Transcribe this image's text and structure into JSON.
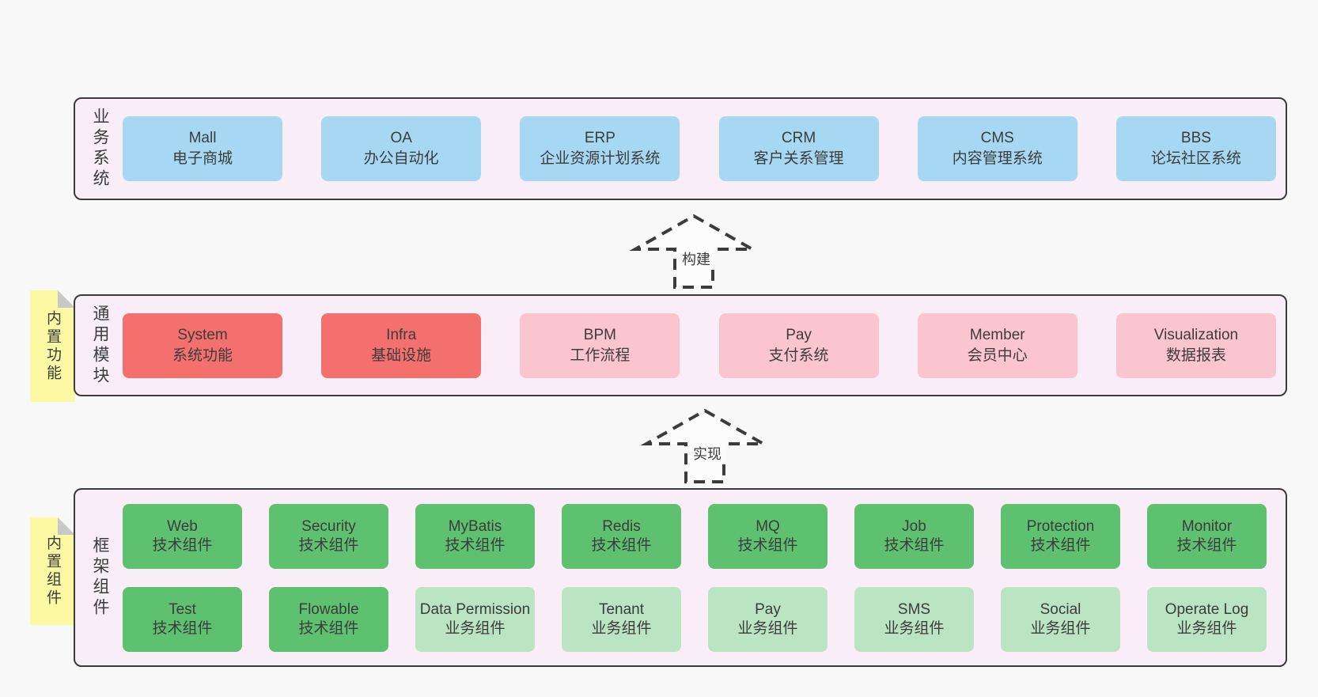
{
  "colors": {
    "container-fill": "#f9eef7",
    "container-border": "#3b3b3b",
    "blue": "#a7d8f3",
    "red": "#f3706e",
    "pink": "#fac5cf",
    "green": "#5ec170",
    "light-green": "#bae4c2",
    "sticky-yellow": "#fcf9a4",
    "fold-gray": "#c8c8c8",
    "text": "#3c3c3c",
    "page-bg": "#f8f8f8"
  },
  "arrows": [
    {
      "label": "构建"
    },
    {
      "label": "实现"
    }
  ],
  "layers": [
    {
      "label": "业务系统",
      "boxes": [
        {
          "title": "Mall",
          "subtitle": "电子商城"
        },
        {
          "title": "OA",
          "subtitle": "办公自动化"
        },
        {
          "title": "ERP",
          "subtitle": "企业资源计划系统"
        },
        {
          "title": "CRM",
          "subtitle": "客户关系管理"
        },
        {
          "title": "CMS",
          "subtitle": "内容管理系统"
        },
        {
          "title": "BBS",
          "subtitle": "论坛社区系统"
        }
      ]
    },
    {
      "label": "通用模块",
      "sticky": "内置功能",
      "boxes": [
        {
          "title": "System",
          "subtitle": "系统功能"
        },
        {
          "title": "Infra",
          "subtitle": "基础设施"
        },
        {
          "title": "BPM",
          "subtitle": "工作流程"
        },
        {
          "title": "Pay",
          "subtitle": "支付系统"
        },
        {
          "title": "Member",
          "subtitle": "会员中心"
        },
        {
          "title": "Visualization",
          "subtitle": "数据报表"
        }
      ]
    },
    {
      "label": "框架组件",
      "sticky": "内置组件",
      "row1": [
        {
          "title": "Web",
          "subtitle": "技术组件"
        },
        {
          "title": "Security",
          "subtitle": "技术组件"
        },
        {
          "title": "MyBatis",
          "subtitle": "技术组件"
        },
        {
          "title": "Redis",
          "subtitle": "技术组件"
        },
        {
          "title": "MQ",
          "subtitle": "技术组件"
        },
        {
          "title": "Job",
          "subtitle": "技术组件"
        },
        {
          "title": "Protection",
          "subtitle": "技术组件"
        },
        {
          "title": "Monitor",
          "subtitle": "技术组件"
        }
      ],
      "row2": [
        {
          "title": "Test",
          "subtitle": "技术组件"
        },
        {
          "title": "Flowable",
          "subtitle": "技术组件"
        },
        {
          "title": "Data Permission",
          "subtitle": "业务组件"
        },
        {
          "title": "Tenant",
          "subtitle": "业务组件"
        },
        {
          "title": "Pay",
          "subtitle": "业务组件"
        },
        {
          "title": "SMS",
          "subtitle": "业务组件"
        },
        {
          "title": "Social",
          "subtitle": "业务组件"
        },
        {
          "title": "Operate Log",
          "subtitle": "业务组件"
        }
      ]
    }
  ]
}
